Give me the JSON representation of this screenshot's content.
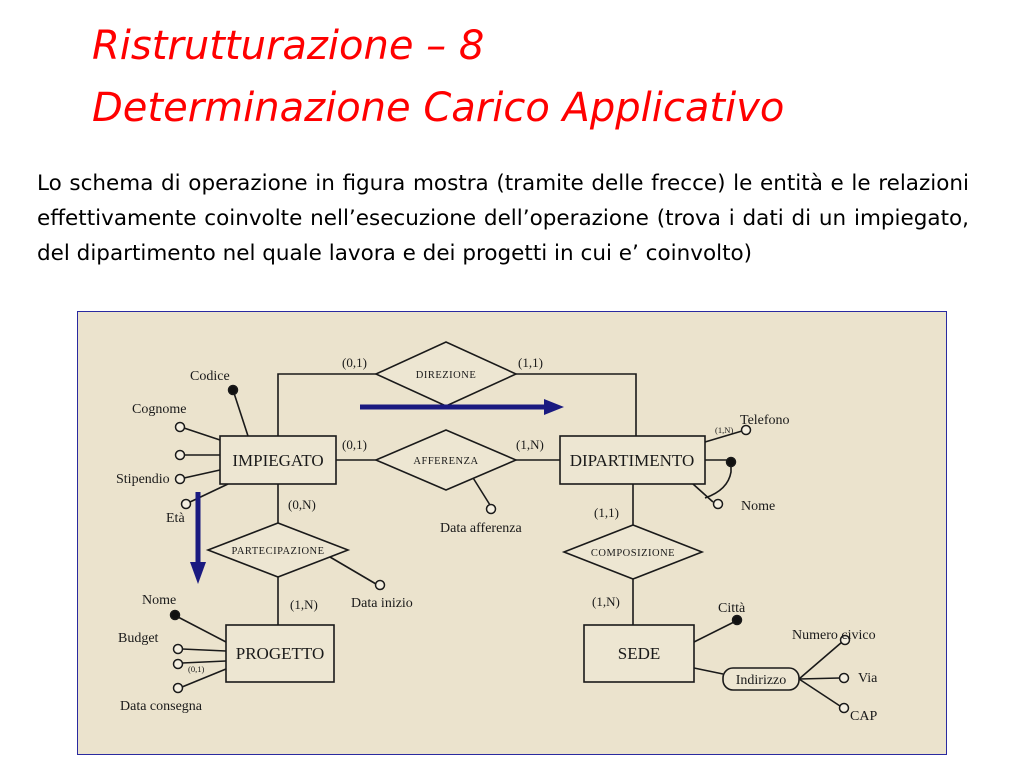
{
  "slide": {
    "title_line1": "Ristrutturazione – 8",
    "title_line2": "Determinazione Carico Applicativo",
    "description": "Lo schema di operazione in figura mostra (tramite delle frecce) le entità e le relazioni effettivamente coinvolte nell’esecuzione dell’operazione (trova i dati di  un impiegato, del dipartimento nel quale lavora e dei progetti in cui e’ coinvolto)"
  },
  "colors": {
    "title": "#ff0000",
    "arrow": "#1a1a80",
    "frame": "#2a2aa0",
    "paper": "#ebe3cd"
  },
  "diagram": {
    "entities": {
      "impiegato": "IMPIEGATO",
      "dipartimento": "DIPARTIMENTO",
      "progetto": "PROGETTO",
      "sede": "SEDE"
    },
    "relationships": {
      "direzione": "DIREZIONE",
      "afferenza": "AFFERENZA",
      "partecipazione": "PARTECIPAZIONE",
      "composizione": "COMPOSIZIONE"
    },
    "attributes": {
      "codice": "Codice",
      "cognome": "Cognome",
      "stipendio": "Stipendio",
      "eta": "Età",
      "telefono": "Telefono",
      "nome_dip": "Nome",
      "data_afferenza": "Data afferenza",
      "data_inizio": "Data inizio",
      "nome_prog": "Nome",
      "budget": "Budget",
      "data_consegna": "Data consegna",
      "citta": "Città",
      "indirizzo": "Indirizzo",
      "numero_civico": "Numero civico",
      "via": "Via",
      "cap": "CAP"
    },
    "cardinalities": {
      "dir_imp": "(0,1)",
      "dir_dip": "(1,1)",
      "aff_imp": "(0,1)",
      "aff_dip": "(1,N)",
      "part_imp": "(0,N)",
      "part_prog": "(1,N)",
      "comp_dip": "(1,1)",
      "comp_sede": "(1,N)",
      "telefono": "(1,N)",
      "data_consegna": "(0,1)"
    },
    "arrows": [
      {
        "name": "horizontal-arrow",
        "direction": "right"
      },
      {
        "name": "vertical-arrow",
        "direction": "down"
      }
    ]
  }
}
